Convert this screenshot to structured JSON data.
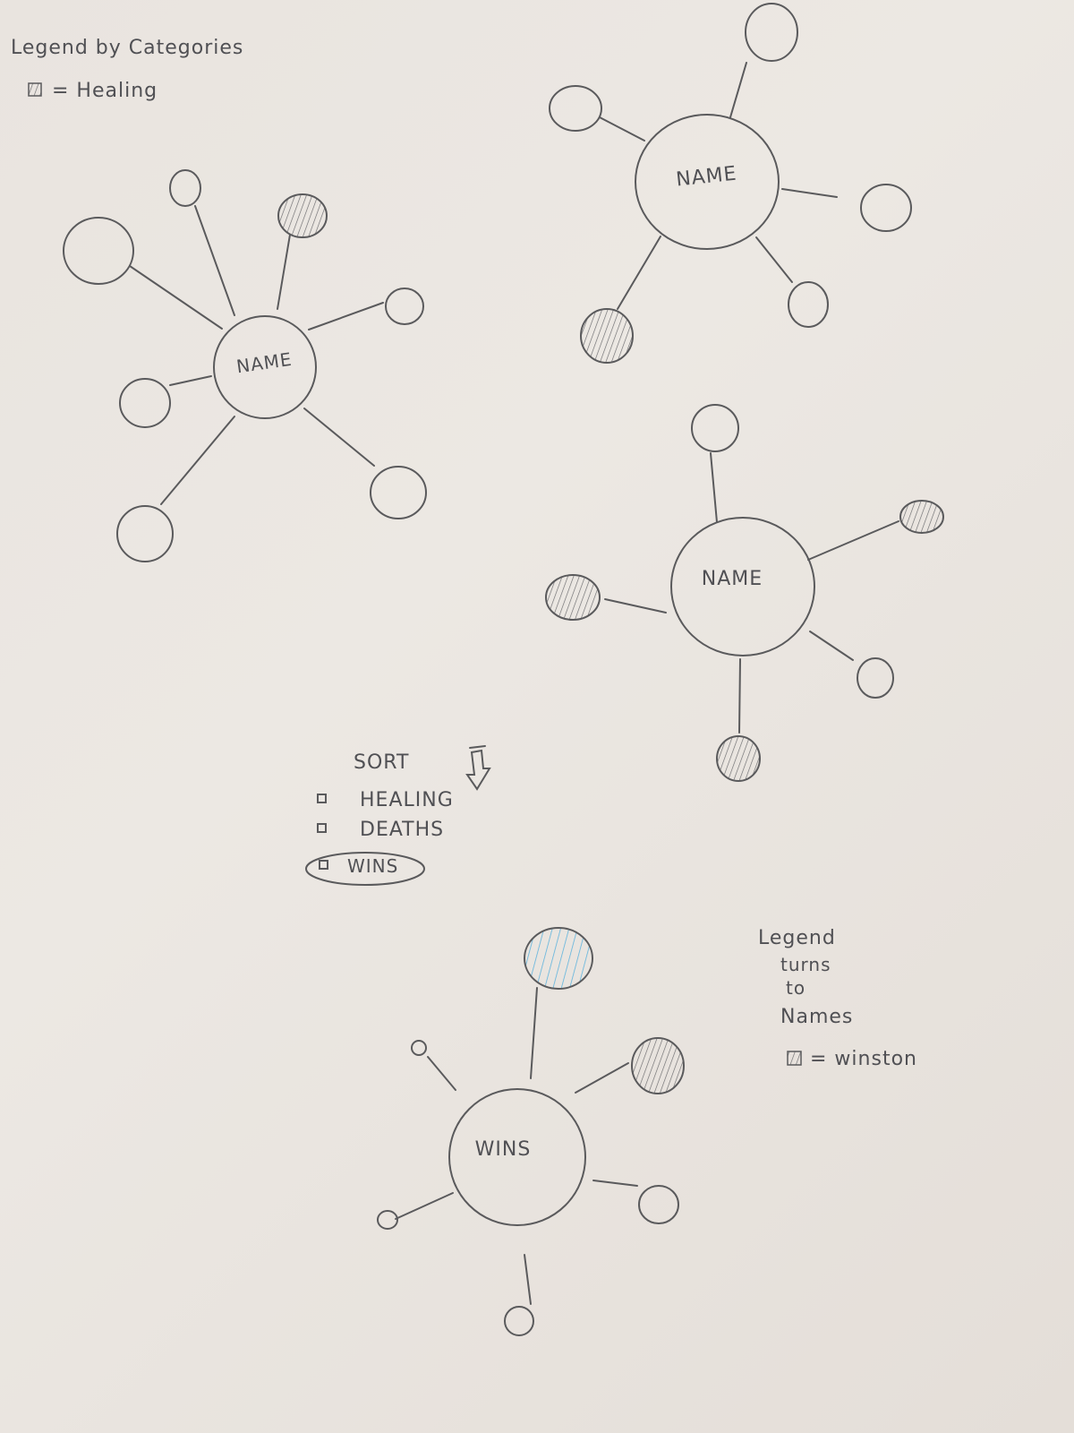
{
  "legend_top": {
    "title": "Legend by Categories",
    "entry": "= Healing"
  },
  "diagrams": [
    {
      "center_label": "NAME"
    },
    {
      "center_label": "NAME"
    },
    {
      "center_label": "NAME"
    },
    {
      "center_label": "WINS"
    }
  ],
  "sort": {
    "title": "SORT",
    "options": [
      "HEALING",
      "DEATHS",
      "WINS"
    ],
    "selected": "WINS"
  },
  "legend_bottom": {
    "lines": [
      "Legend",
      "turns",
      "to",
      "Names"
    ],
    "entry": "= winston"
  },
  "colors": {
    "ink": "#5a5a5c",
    "highlight_fill": "#5fb3dd",
    "paper": "#ebe6e1"
  }
}
